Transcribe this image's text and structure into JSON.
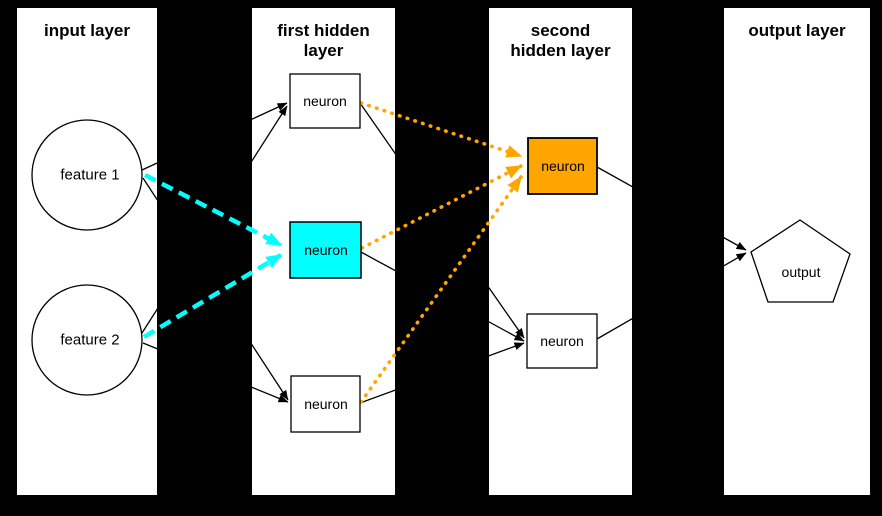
{
  "diagram": {
    "type": "neural-network",
    "panels": [
      {
        "id": "input-layer",
        "title": "input layer",
        "title_lines": [
          "input layer"
        ]
      },
      {
        "id": "first-hidden-layer",
        "title": "first hidden layer",
        "title_lines": [
          "first hidden",
          "layer"
        ]
      },
      {
        "id": "second-hidden-layer",
        "title": "second hidden layer",
        "title_lines": [
          "second",
          "hidden layer"
        ]
      },
      {
        "id": "output-layer",
        "title": "output layer",
        "title_lines": [
          "output layer"
        ]
      }
    ],
    "nodes": {
      "input": [
        {
          "label": "feature 1",
          "shape": "circle",
          "fill": "#ffffff"
        },
        {
          "label": "feature 2",
          "shape": "circle",
          "fill": "#ffffff"
        }
      ],
      "first_hidden": [
        {
          "label": "neuron",
          "shape": "rect",
          "fill": "#ffffff"
        },
        {
          "label": "neuron",
          "shape": "rect",
          "fill": "#00ffff"
        },
        {
          "label": "neuron",
          "shape": "rect",
          "fill": "#ffffff"
        }
      ],
      "second_hidden": [
        {
          "label": "neuron",
          "shape": "rect",
          "fill": "#ffa500"
        },
        {
          "label": "neuron",
          "shape": "rect",
          "fill": "#ffffff"
        }
      ],
      "output": [
        {
          "label": "output",
          "shape": "pentagon",
          "fill": "#ffffff"
        }
      ]
    },
    "edges": [
      {
        "from": "feature 1",
        "to": "hidden1-top",
        "style": "solid-black"
      },
      {
        "from": "feature 1",
        "to": "hidden1-middle",
        "style": "dashed-cyan"
      },
      {
        "from": "feature 1",
        "to": "hidden1-bottom",
        "style": "solid-black"
      },
      {
        "from": "feature 2",
        "to": "hidden1-top",
        "style": "solid-black"
      },
      {
        "from": "feature 2",
        "to": "hidden1-middle",
        "style": "dashed-cyan"
      },
      {
        "from": "feature 2",
        "to": "hidden1-bottom",
        "style": "solid-black"
      },
      {
        "from": "hidden1-top",
        "to": "hidden2-top",
        "style": "dotted-orange"
      },
      {
        "from": "hidden1-top",
        "to": "hidden2-bottom",
        "style": "solid-black"
      },
      {
        "from": "hidden1-middle",
        "to": "hidden2-top",
        "style": "dotted-orange"
      },
      {
        "from": "hidden1-middle",
        "to": "hidden2-bottom",
        "style": "solid-black"
      },
      {
        "from": "hidden1-bottom",
        "to": "hidden2-top",
        "style": "dotted-orange"
      },
      {
        "from": "hidden1-bottom",
        "to": "hidden2-bottom",
        "style": "solid-black"
      },
      {
        "from": "hidden2-top",
        "to": "output",
        "style": "solid-black"
      },
      {
        "from": "hidden2-bottom",
        "to": "output",
        "style": "solid-black"
      }
    ],
    "colors": {
      "background": "#000000",
      "panel_fill": "#ffffff",
      "node_border": "#000000",
      "edge_black": "#000000",
      "highlight_cyan": "#00ffff",
      "highlight_orange": "#ffa500"
    }
  }
}
